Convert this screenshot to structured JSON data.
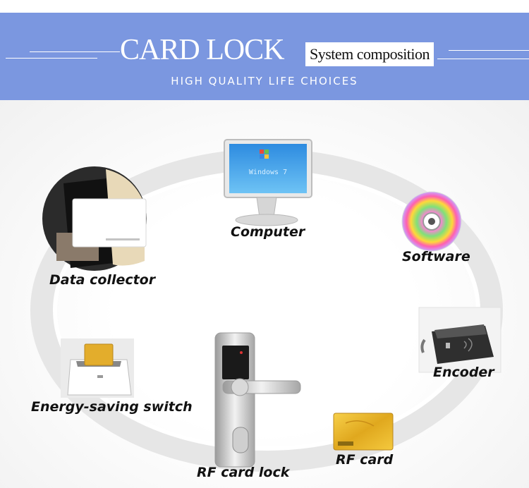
{
  "header": {
    "title": "CARD LOCK",
    "badge": "System composition",
    "subtitle": "HIGH QUALITY LIFE CHOICES",
    "bg_color": "#7b97e0"
  },
  "diagram": {
    "computer": {
      "label": "Computer",
      "screen_text": "Windows 7",
      "icon": "monitor-icon"
    },
    "software": {
      "label": "Software",
      "icon": "cd-disc-icon"
    },
    "data_collector": {
      "label": "Data collector",
      "icon": "card-reader-icon"
    },
    "encoder": {
      "label": "Encoder",
      "icon": "encoder-device-icon"
    },
    "energy_switch": {
      "label": "Energy-saving switch",
      "icon": "power-switch-icon"
    },
    "rf_card_lock": {
      "label": "RF card lock",
      "icon": "door-lock-icon"
    },
    "rf_card": {
      "label": "RF card",
      "icon": "rf-card-icon"
    }
  }
}
